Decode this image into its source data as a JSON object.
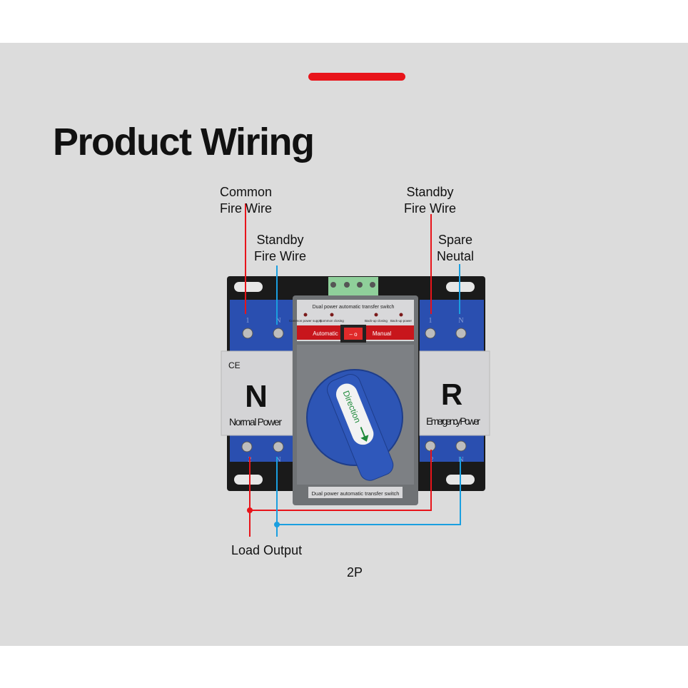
{
  "title": "Product Wiring",
  "labels": {
    "common_fire_1": "Common",
    "common_fire_2": "Fire Wire",
    "standby_left_1": "Standby",
    "standby_left_2": "Fire Wire",
    "standby_right_1": "Standby",
    "standby_right_2": "Fire Wire",
    "spare_neutral_1": "Spare",
    "spare_neutral_2": "Neutal",
    "load_output": "Load Output",
    "model": "2P"
  },
  "device": {
    "panel_title": "Dual power automatic transfer switch",
    "indicators": [
      "Common power supply",
      "Common closing",
      "Back-up closing",
      "Back-up power"
    ],
    "mode_auto": "Automatic",
    "mode_manual": "Manual",
    "switch_symbol": "– o",
    "left_letter": "N",
    "left_name": "Normal Power",
    "right_letter": "R",
    "right_name": "Emergency Power",
    "ce_mark": "CE",
    "handle_text": "Direction",
    "bottom_plate": "Dual power automatic transfer switch",
    "terminal_top": [
      "1",
      "N"
    ],
    "terminal_bottom": [
      "2",
      "N"
    ]
  },
  "colors": {
    "fire_wire": "#e8141a",
    "neutral_wire": "#1a9fe0",
    "accent": "#e8141a"
  }
}
